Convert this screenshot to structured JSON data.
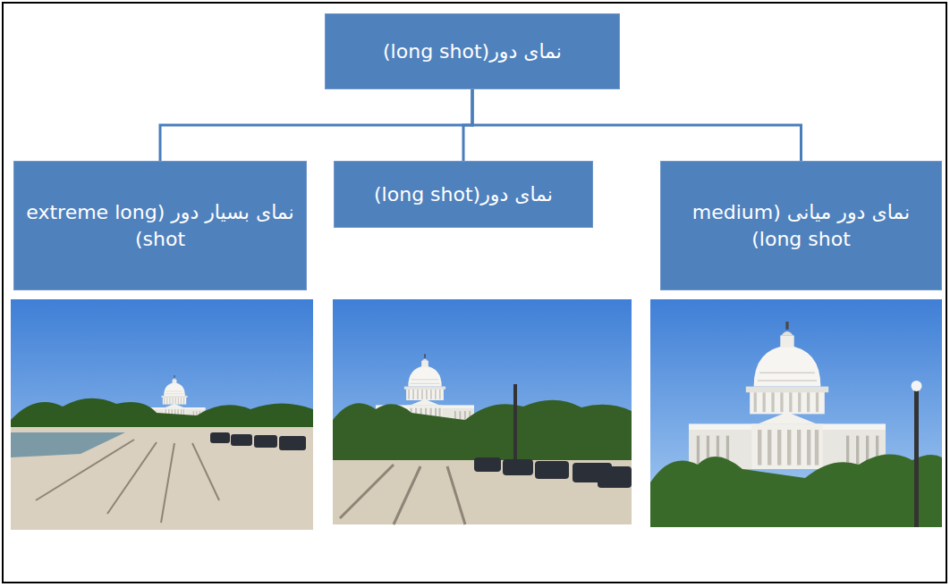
{
  "diagram": {
    "nodes": [
      {
        "text": [
          "نمای دور(long shot)"
        ]
      },
      {
        "text": [
          "نمای بسیار دور (extreme long shot)"
        ]
      },
      {
        "text": [
          "نمای دور(long shot)"
        ]
      },
      {
        "text": [
          "نمای دور میانی (medium long shot)"
        ]
      }
    ],
    "edges": [
      {
        "from": 0,
        "to": 1,
        "arrow": "none"
      },
      {
        "from": 0,
        "to": 2,
        "arrow": "none"
      },
      {
        "from": 0,
        "to": 3,
        "arrow": "none"
      }
    ]
  }
}
